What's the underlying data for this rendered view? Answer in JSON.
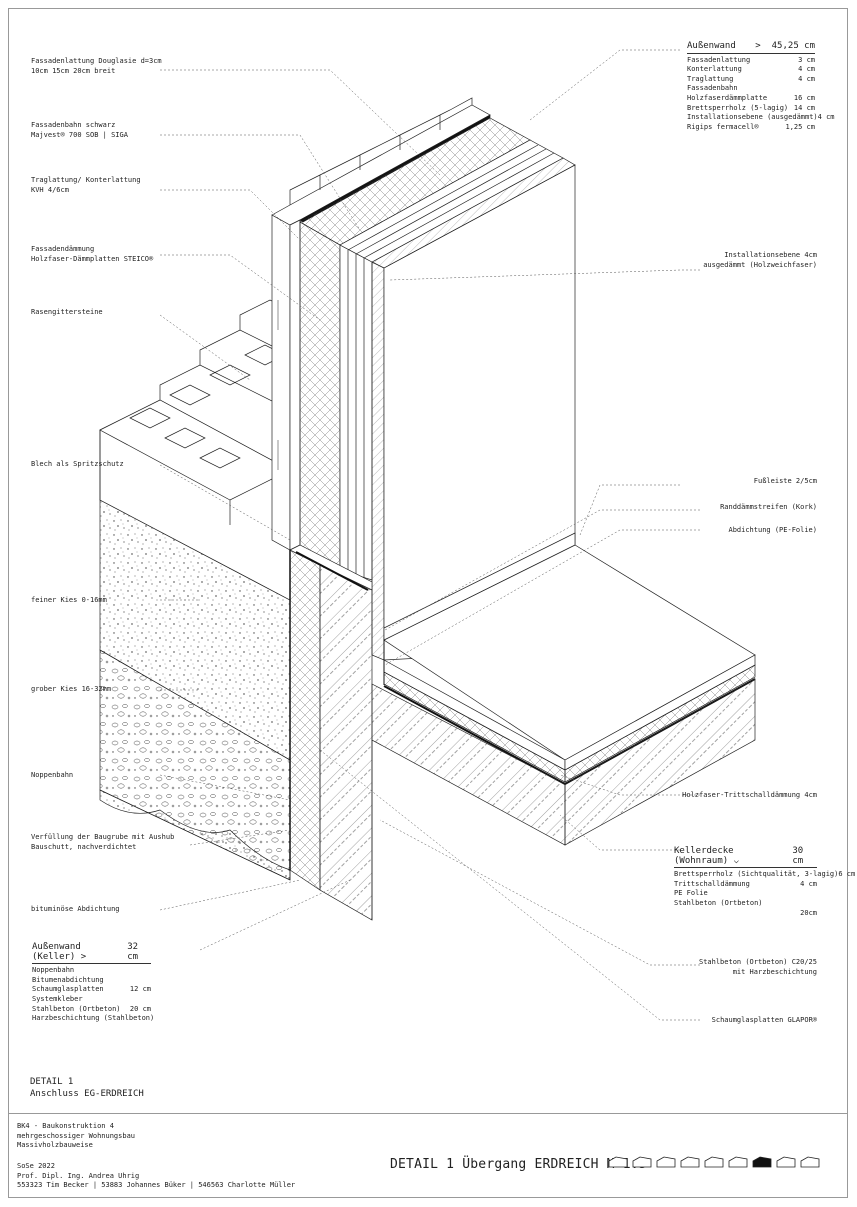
{
  "left_labels": [
    {
      "id": "fassadenlattung",
      "lines": [
        "Fassadenlattung Douglasie d=3cm",
        "10cm 15cm 20cm breit"
      ]
    },
    {
      "id": "fassadenbahn",
      "lines": [
        "Fassadenbahn schwarz",
        "Majvest® 700 SOB | SIGA"
      ]
    },
    {
      "id": "traglattung",
      "lines": [
        "Traglattung/ Konterlattung",
        "KVH 4/6cm"
      ]
    },
    {
      "id": "fassadendaemmung",
      "lines": [
        "Fassadendämmung",
        "Holzfaser-Dämmplatten STEICO®"
      ]
    },
    {
      "id": "rasengitter",
      "lines": [
        "Rasengittersteine"
      ]
    },
    {
      "id": "blech",
      "lines": [
        "Blech als Spritzschutz"
      ]
    },
    {
      "id": "feiner-kies",
      "lines": [
        "feiner Kies 0-16mm"
      ]
    },
    {
      "id": "grober-kies",
      "lines": [
        "grober Kies 16-32mm"
      ]
    },
    {
      "id": "noppenbahn",
      "lines": [
        "Noppenbahn"
      ]
    },
    {
      "id": "verfuellung",
      "lines": [
        "Verfüllung der Baugrube mit Aushub",
        "Bauschutt, nachverdichtet"
      ]
    },
    {
      "id": "bitumen",
      "lines": [
        "bituminöse Abdichtung"
      ]
    }
  ],
  "right_labels": [
    {
      "id": "installationsebene",
      "lines": [
        "Installationsebene 4cm",
        "ausgedämmt (Holzweichfaser)"
      ]
    },
    {
      "id": "fussleiste",
      "lines": [
        "Fußleiste 2/5cm"
      ]
    },
    {
      "id": "randdaemm",
      "lines": [
        "Randdämmstreifen (Kork)"
      ]
    },
    {
      "id": "abdichtung",
      "lines": [
        "Abdichtung (PE-Folie)"
      ]
    },
    {
      "id": "trittschall",
      "lines": [
        "Holzfaser-Trittschalldämmung 4cm"
      ]
    },
    {
      "id": "stahlbeton",
      "lines": [
        "Stahlbeton (Ortbeton) C20/25",
        "mit Harzbeschichtung"
      ]
    },
    {
      "id": "schaumglas",
      "lines": [
        "Schaumglasplatten GLAPOR®"
      ]
    }
  ],
  "spec_aussenwand": {
    "title": "Außenwand",
    "chevron": ">",
    "total": "45,25 cm",
    "rows": [
      {
        "name": "Fassadenlattung",
        "value": "3 cm"
      },
      {
        "name": "Konterlattung",
        "value": "4 cm"
      },
      {
        "name": "Traglattung",
        "value": "4 cm"
      },
      {
        "name": "Fassadenbahn",
        "value": ""
      },
      {
        "name": "Holzfaserdämmplatte",
        "value": "16 cm"
      },
      {
        "name": "Brettsperrholz (5-lagig)",
        "value": "14 cm"
      },
      {
        "name": "Installationsebene (ausgedämmt)",
        "value": "4 cm"
      },
      {
        "name": "Rigips fermacell®",
        "value": "1,25 cm"
      }
    ]
  },
  "spec_kellerdecke": {
    "title": "Kellerdecke (Wohnraum)",
    "chevron": "⌵",
    "total": "30 cm",
    "rows": [
      {
        "name": "Brettsperrholz (Sichtqualität, 3-lagig)",
        "value": "6 cm"
      },
      {
        "name": "Trittschalldämmung",
        "value": "4 cm"
      },
      {
        "name": "PE Folie",
        "value": ""
      },
      {
        "name": "Stahlbeton (Ortbeton)",
        "value": ""
      },
      {
        "name": "",
        "value": "20cm"
      }
    ]
  },
  "spec_keller": {
    "title": "Außenwand (Keller)",
    "chevron": ">",
    "total": "32 cm",
    "rows": [
      {
        "name": "Noppenbahn",
        "value": ""
      },
      {
        "name": "Bitumenabdichtung",
        "value": ""
      },
      {
        "name": "Schaumglasplatten",
        "value": "12 cm"
      },
      {
        "name": "Systemkleber",
        "value": ""
      },
      {
        "name": "Stahlbeton (Ortbeton)",
        "value": "20 cm"
      },
      {
        "name": "Harzbeschichtung (Stahlbeton)",
        "value": ""
      }
    ]
  },
  "detail": {
    "line1": "DETAIL 1",
    "line2": "Anschluss EG-ERDREICH"
  },
  "footer": {
    "course": [
      "BK4 - Baukonstruktion 4",
      "mehrgeschossiger Wohnungsbau",
      "Massivholzbauweise"
    ],
    "semester": [
      "SoSe 2022",
      "Prof. Dipl. Ing. Andrea Uhrig",
      "553323 Tim Becker | 53883 Johannes Büker | 546563 Charlotte Müller"
    ],
    "title": "DETAIL 1 Übergang ERDREICH M 1:5",
    "icon_count": 9,
    "active_icon": 7
  }
}
